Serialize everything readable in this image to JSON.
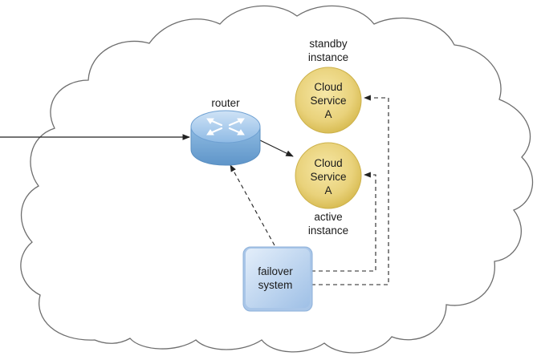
{
  "diagram": {
    "router": {
      "label": "router",
      "icon": "router-icon"
    },
    "standby": {
      "caption_line1": "standby",
      "caption_line2": "instance",
      "node_line1": "Cloud",
      "node_line2": "Service",
      "node_line3": "A"
    },
    "active": {
      "caption_line1": "active",
      "caption_line2": "instance",
      "node_line1": "Cloud",
      "node_line2": "Service",
      "node_line3": "A"
    },
    "failover": {
      "line1": "failover",
      "line2": "system"
    },
    "colors": {
      "cloud_stroke": "#6e6e6e",
      "service_fill": "#e7cf72",
      "service_stroke": "#c9b04a",
      "router_fill": "#9fc6ea",
      "failover_fill": "#c3d8ef",
      "line": "#222222"
    }
  }
}
